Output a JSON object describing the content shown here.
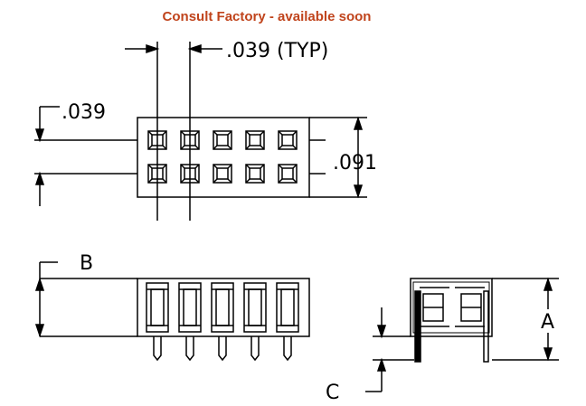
{
  "header": {
    "notice": "Consult Factory - available soon",
    "notice_color": "#c0441c"
  },
  "dimensions": {
    "pitch_typ": ".039 (TYP)",
    "row_pitch": ".039",
    "height": ".091",
    "label_a": "A",
    "label_b": "B",
    "label_c": "C"
  },
  "views": {
    "top_view": {
      "rows": 2,
      "columns": 5
    },
    "front_view": {
      "pins": 5
    },
    "side_view": {
      "rows": 2
    }
  }
}
